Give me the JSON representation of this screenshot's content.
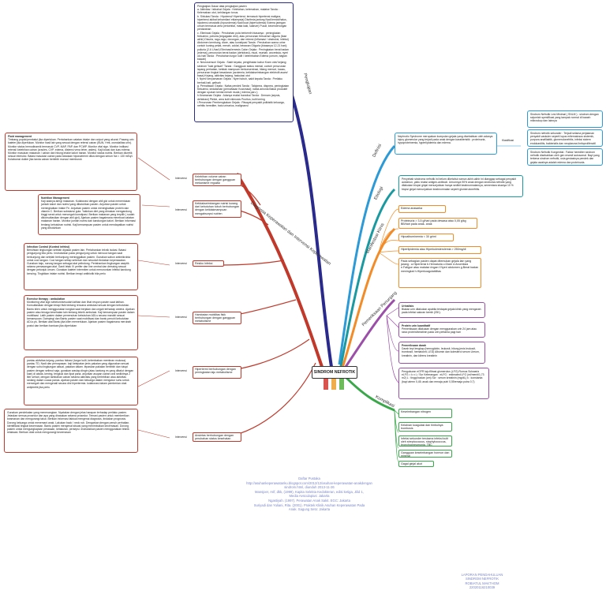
{
  "center": {
    "label": "SINDROM NEFROTIK"
  },
  "branches": {
    "pengkajian": "Pengkajian",
    "definisi": "Definisi",
    "etiologi": "Etiologi",
    "manifestasi": "Manifestasi Klinis",
    "pemeriksaan": "Pemeriksaan Penunjang",
    "komplikasi": "Komplikasi",
    "diagnosa": "Diagnosa Keperawatan dan Intervensi Keperawatan"
  },
  "pengkajian": {
    "lines": [
      "Pengkajian Dasar data pengkajian pasien",
      "a. Aktivitas / istirahat Gejala : Kelelahan, kelemahan, malaise Tanda : Kelemahan otot, kehilangan tonus.",
      "b. Sirkulasi Tanda : Hipotensi/ Hipertensi; termasuk hipertensi maligna, hipertensi akibat kehamilan/ eklampsia) Disritmia jantung Nadi lemah/halus, hipotensi ortostatik (hipovolemia) Nadi kuat (hipervolemia) Edema jaringan umum termasuk area periorbital, mata kaki, sakrum) Pucat, kecenderungan perdarahan",
      "c. Eliminasi Gejala : Perubahan pola berkemih biasanya : peningkatan frekuensi, poliuria (kegagalan dini), atau penurunan frekuensi/ oliguria (fase akhir) Disuria, ragu-ragu, dorongan, dan retensi (inflamasi / obstruksi, infeksi) Abdomen kembung, diare, atau konstipasi Tanda : Perubahan warna urine contoh kuning pekat, merah, coklat, berawan Oliguria (biasanya 12-21 hari); poliuria (2-6 L/hari) Eliminasi/emesis Calon Gejala : Peningkatan berat badan (edema), penurunan berat badan (dehidrasi), mual, muntah, anoreksia, nyeri ulu hati Tanda : Perubahan turgor kulit / kelembaban Edema (umum, bagian bawah)",
      "e. Neurosensori Gejala : Sakit kepala, penglihatan kabur Kram otot/ kejang; sindrom \"kaki gelisah\" Tanda : Gangguan status mental, contoh penurunan lapang perhatian, ketidak mampuan berkonsentrasi, hilang memori, kacau, penurunan tingkat kesadaran (azotemia, ketidakseimbangan elektrolit asam/ basa) Kejang, aktivitas kejang, faskulasi otot",
      "f. Nyeri/ kenyamanan Gejala : Nyeri tubuh, sakit kepala Tanda : Perilaku berhati-hati, gelisah",
      "g. Pernafasan Gejala : Nafas pendek Tanda : Takipnea, dispnea, peningkatan frekuensi, kedalaman (pernafasan Kussmaul); nafas amonia Batuk produktif dengan sputum kental merah muda ( edema paru )",
      "h.Keamanan Gejala : Adanya reaksi transfusi Tanda : Demam (sepsis, dehidrasi) Ptekie, area kulit ekimosis Pruritus, kulit kering",
      "i.Penurunan Pembengkakan Gejala : Riwayat penyakit polikistik keluarga, nefritis herediter, batu urinarius, malignansi"
    ]
  },
  "definisi": {
    "text": "Nephrotic Syndrome merupakan kumpulan gejala yang disebabkan oleh adanya injury glomerular yang terjadi pada anak dengan karakteristik : proteinuria, hypoproteinemia, hyperlipidemia dan edema.",
    "klasifikasi_label": "Klasifikasi",
    "klasifikasi": [
      "Sindrom Nefrotik Lesi Minimal ( SNLM ) : sindrom dengan sejumlah spesifikasi yang tampak normal di bawah mikroskop dan lainnya",
      "Sindrom nefrotik sekunder : Terjadi selama perjalanan penyakit vaskuler seperti lupus eritematosus sistemik, purpura anafilaktik, glomerulonefritis, infeksi sistem endokarditis, bakterialis dan neoplasma limfoproliferatif.",
      "Sindrom Nefrotik Kongenital : Faktor herediter sindrom nefrotik disebabkan oleh gen resesif autosomal. Bayi yang terkena sindrom nefrotik, usia gestasinya pendek dan gejala awalnya adalah edema dan proteinuria."
    ]
  },
  "etiologi": {
    "text": "Penyebab sindroma nefrotik ini belum diketahui namun akhir-akhir ini dianggap sebagai penyakit autoimun, yaitu reaksi antigen-antibodi. Umumnya 90% anak dengan sindroma nefrotik yang dilakukan biopsi ginjal menunjukkan hanya sedikit keabnormalannya, sementara sisanya 10 % biopsi ginjal menunjukkan keabnormalan seperti glomerulonefritis."
  },
  "manifestasi": [
    "Edema anasarka",
    "Proteinuria > 3,5 g/hari pada dewasa atau 0,05 g/kg BB/hari pada anak- anak",
    "Hipoalbuminemia < 30 gr/ml",
    "Hiperlipidemia atau Hiperkolesterolemia > 250mg/dl",
    "Pada sebagian pasien dapat ditemukan gejala lain yang jarang : a.Hipertensi b.Hematuria c.Diare d.Anoreksia e.Fatigue atau malaise ringan f.Nyeri abdomen g.Berat badan meningkat h.Hiperkoagulabilitas"
  ],
  "pemeriksaan": [
    {
      "title": "Urinalisis",
      "text": "Biakan urin dilakukan apabila terdapat gejala klinik yang mengarah pada infeksi saluran kemih (ISK)."
    },
    {
      "title": "Protein urin kuantitatif",
      "text": "Pemeriksaan dilakukan dengan menggunakan urin 24 jam atau rasio protein/kreatinin pada urin pertama pagi hari"
    },
    {
      "title": "Pemeriksaan darah",
      "text": "Darah tepi lengkap (hemoglobin, leukosit, hitung jenis leukosit, trombosit, hematokrit, LED) Albumin dan kolesterol serum Ureum, kreatinin, dan klirens kreatinin"
    },
    {
      "title": "",
      "text": "Pengukuran eGFR laju filtrasi glomerulus (LFG) Rumus Schwartz eLFG = k x L / Scr Keterangan : eLFG : estimated LFG (ml/menit/1,73 m2) L : tinggi badan (cm) Scr : serum kreatinin (mg/dL) k : konstanta (bayi aterm 0,45; anak dan remaja putri 0,55remaja putra 0,7)"
    }
  ],
  "komplikasi": [
    "Keseimbangan nitrogen",
    "Kelainan koagulasi dan timbulnya trombosis",
    "Infeksi sekunder terutama infeksi kulit oleh streptococcus, staphylococcus, bronchopneumonia, TBC",
    "Gangguan keseimbangan hormon dan mineral",
    "Gagal ginjal akut"
  ],
  "diagnosa": [
    {
      "label": "Kelebihan volume cairan berhubungan dengan gangguan mekanisme regulasi",
      "intervensi": "Intervensi",
      "title": "Fluid management",
      "text": "Timbang popok/pembalut jika diperlukan. Pertahankan catatan intake dan output yang akurat. Pasang urin kateter jika diperlukan. Monitor hasil lab yang sesuai dengan retensi cairan (BUN, Hmt, osmolalitas urin). Monitor status hemodinamik termasuk CVP, MAP, PAP, dan PCWP. Monitor vital sign. Monitor indikasi retensi/ kelebihan cairan (cracles, CVP, edema, distensi vena leher, asites). Kaji lokasi dan luas edema. Monitor masukan makanan / cairan dan hitung intake kalori harian. Monitor status nutrisi. Berikan diuretik sesuai interuksi. Batasi masukan cairan pada keadaan hiponatrermi dilusi dengan serum Na < 130 mEq/l. Kolaborasi dokter jika tanda cairan berlebih muncul memburuk"
    },
    {
      "label": "Ketidakseimbangan nutrisi kurang dari kebutuhan tubuh berhubungan dengan ketidakmampuan mengabsorpsi nutrien",
      "intervensi": "Intervensi",
      "title": "Nutrition Management",
      "text": "Kaji adanya alergi makanan. Kolaborasi dengan ahli gizi untuk menentukan jumlah kalori dan nutrisi yang dibutuhkan pasien. Anjurkan pasien untuk meningkatkan intake Fe. Anjurkan pasien untuk meningkatkan protein dan vitamin C. Berikan substansi gula. Yakinkan diet yang dimakan mengandung tinggi serat untuk mencegah konstipasi. Berikan makanan yang terpilih ( sudah dikonsultasikan dengan ahli gizi). Ajarkan pasien bagaimana membuat catatan makanan harian. Monitor jumlah nutrisi dan kandungan kalori. Berikan informasi tentang kebutuhan nutrisi. Kaji kemampuan pasien untuk mendapatkan nutrisi yang dibutuhkan"
    },
    {
      "label": "Resiko Infeksi",
      "intervensi": "Intervensi",
      "title": "Infection Control (Kontrol infeksi)",
      "text": "Bersihkan lingkungan setelah dipakai pasien lain. Pertahankan teknik isolasi. Batasi pengunjung bila perlu. Instruksikan pada pengunjung untuk mencuci tangan saat berkunjung dan setelah berkunjung meninggalkan pasien. Gunakan sabun antimikrobia untuk cuci tangan. Cuci tangan setiap sebelum dan sesudah tindakan keperawatan. Gunakan baju, sarung tangan sebagai alat pelindung. Pertahankan lingkungan aseptik selama pemasangan alat. Ganti letak IV perifer dan line central dan dressing sesuai dengan petunjuk umum. Gunakan kateter intermiten untuk menurunkan infeksi kandung kencing. Tingktkan intake nutrisi. Berikan terapi antibiotik bila perlu"
    },
    {
      "label": "Hambatan mobilitas fisik berhubungan dengan gangguan metabolisme",
      "intervensi": "Intervensi",
      "title": "Exercise therapy : ambulation",
      "text": "Monitoring vital sign sebelum/sesudah latihan dan lihat respon pasien saat latihan. Konsultasikan dengan terapi fisik tentang rencana ambulasi sesuai dengan kebutuhan. Bantu klien untuk menggunakan tongkat saat berjalan dan cegah terhadap cedera. Ajarkan pasien atau tenaga kesehatan lain tentang teknik ambulasi. Kaji kemampuan pasien dalam mobilisasi. Latih pasien dalam pemenuhan kebutuhan ADLs secara mandiri sesuai kemampuan. Dampingi dan Bantu pasien saat mobilisasi dan bantu penuhi kebutuhan ADLs ps. Berikan alat Bantu jika klien memerlukan. Ajarkan pasien bagaimana merubah posisi dan berikan bantuan jika diperlukan"
    },
    {
      "label": "Hipertermi berhubungan dengan peningkatan laju metabolisme",
      "intervensi": "Intervensi",
      "title": "",
      "text": "pantau aktivitas kejang. pantau hidrasi (turgor kulit, kelembaban membran mukosa). pantau TD, Nadi dan pernapasan. kaji ketepatan jenis pakaian yang digunakan sesuai dengan suhu lingkungan aktual, pakaian dalam. lepaskan pakaian berlebih dan tutupi pasien dengan selimut saja. gunakan waslap dingin (atau kantong es yang dibalut dengan kain) di aksila, kening, tengkuk dan lipat paha. anjurkan asupan cairan oral sedikitnya 2 liter sehari, dengan tambahan cairan selama aktivitas yang berlebihan atau aktivitas sedang dalam cuaca panas. ajarkan pasien dan keluarga dalam mengukur suhu untuk mencegah dan mengenali secara dini hipertermia. kolaborasi dalam pemberian obat antipiretik jika perlu"
    },
    {
      "label": "Ansietas berhubungan dengan perubahan status kesehatan",
      "intervensi": "Intervensi",
      "title": "",
      "text": "Gunakan pendekatan yang menenangkan. Nyatakan dengan jelas harapan terhadap perilaku pasien. Jelaskan semua prosedur dan apa yang dirasakan selama prosedur. Temani pasien untuk memberikan keamanan dan mengurangi takut. Berikan informasi faktual mengenai diagnosis, tindakan prognosis. Dorong keluarga untuk menemani anak. Lakukan back / neck rub. Dengarkan dengan penuh perhatian. Identifikasi tingkat kecemasan. Bantu pasien mengenal situasi yang menimbulkan kecemasan. Dorong pasien untuk mengungkapkan perasaan, ketakutan, persepsi. Instruksikan pasien menggunakan teknik relaksasi. Berikan obat untuk mengurangi kecemasan"
    }
  ],
  "references": {
    "title": "Daftar Pustaka",
    "lines": [
      "http://asuhankeperawatanku.blogspot.com/2012/12/asuhan-keperawatan-anakdengan",
      "sindrom.html, diunduh 2013-11-26",
      "Mansjoer, Arif, dkk, (1999), Kapita Selekta Kedokteran, edisi ketiga, Jilid 1,",
      "Media Aesculapius: Jakarta",
      "Ngastiyah. (1997). Perawatan Anak Sakit. EGC: Jakarta",
      "Suriyadi dan Yuliani, Rita. (2001). Praktek Klinik Asuhan Keperawatan Pada",
      "Anak. Sagung Seto: Jakarta"
    ]
  },
  "credits": {
    "lines": [
      "LAPORAN PENDAHULUAN",
      "SINDROM NEFROTIK",
      "ROBIATUL MAKTHOM",
      "22020116210039"
    ]
  },
  "colors": {
    "pengkajian": "#2a2a8c",
    "definisi": "#2c9ad6",
    "etiologi": "#1a9aa0",
    "manifestasi": "#f28c28",
    "pemeriksaan": "#9b4fa8",
    "komplikasi": "#3aa84a",
    "diagnosa": "#c0392b",
    "center_red": "#d9534f",
    "center_orange": "#f0ad4e",
    "center_green": "#6dbb5a"
  }
}
